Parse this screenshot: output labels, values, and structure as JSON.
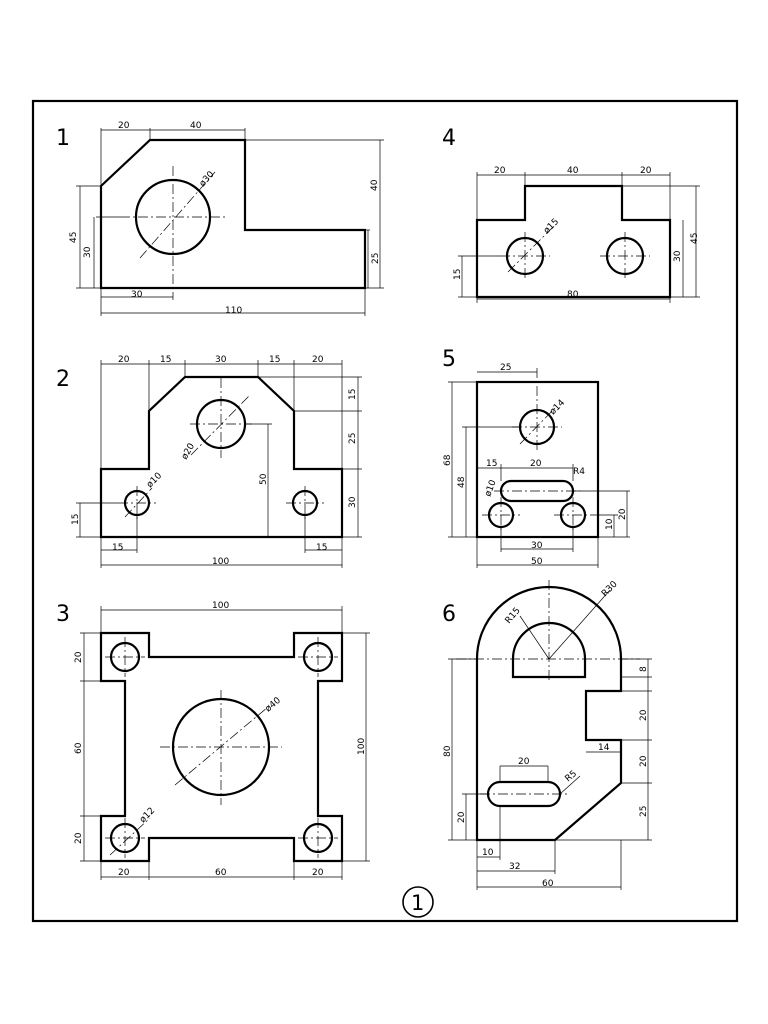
{
  "sheet": {
    "number": "1"
  },
  "fig1": {
    "number": "1",
    "d20": "20",
    "d40": "40",
    "dia": "ø30",
    "h40": "40",
    "h45": "45",
    "h30": "30",
    "h25": "25",
    "w30": "30",
    "w110": "110"
  },
  "fig2": {
    "number": "2",
    "t20a": "20",
    "t15a": "15",
    "t30": "30",
    "t15b": "15",
    "t20b": "20",
    "r15": "15",
    "r25": "25",
    "r30": "30",
    "dia20": "ø20",
    "v50": "50",
    "dia10": "ø10",
    "l15": "15",
    "b15a": "15",
    "b100": "100",
    "b15b": "15"
  },
  "fig3": {
    "number": "3",
    "t100": "100",
    "l20a": "20",
    "l60": "60",
    "l20b": "20",
    "r100": "100",
    "dia40": "ø40",
    "dia12": "ø12",
    "b20a": "20",
    "b60": "60",
    "b20b": "20"
  },
  "fig4": {
    "number": "4",
    "t20a": "20",
    "t40": "40",
    "t20b": "20",
    "dia15": "ø15",
    "l15": "15",
    "r30": "30",
    "r45": "45",
    "b80": "80"
  },
  "fig5": {
    "number": "5",
    "t25": "25",
    "dia14": "ø14",
    "v68": "68",
    "v48": "48",
    "h15": "15",
    "h20": "20",
    "r4": "R4",
    "dia10": "ø10",
    "r10": "10",
    "r20": "20",
    "b30": "30",
    "b50": "50"
  },
  "fig6": {
    "number": "6",
    "r30": "R30",
    "r15": "R15",
    "r8": "8",
    "r20a": "20",
    "r14": "14",
    "r20b": "20",
    "r25": "25",
    "l80": "80",
    "s20": "20",
    "r5": "R5",
    "l20": "20",
    "b10": "10",
    "b32": "32",
    "b60": "60"
  }
}
